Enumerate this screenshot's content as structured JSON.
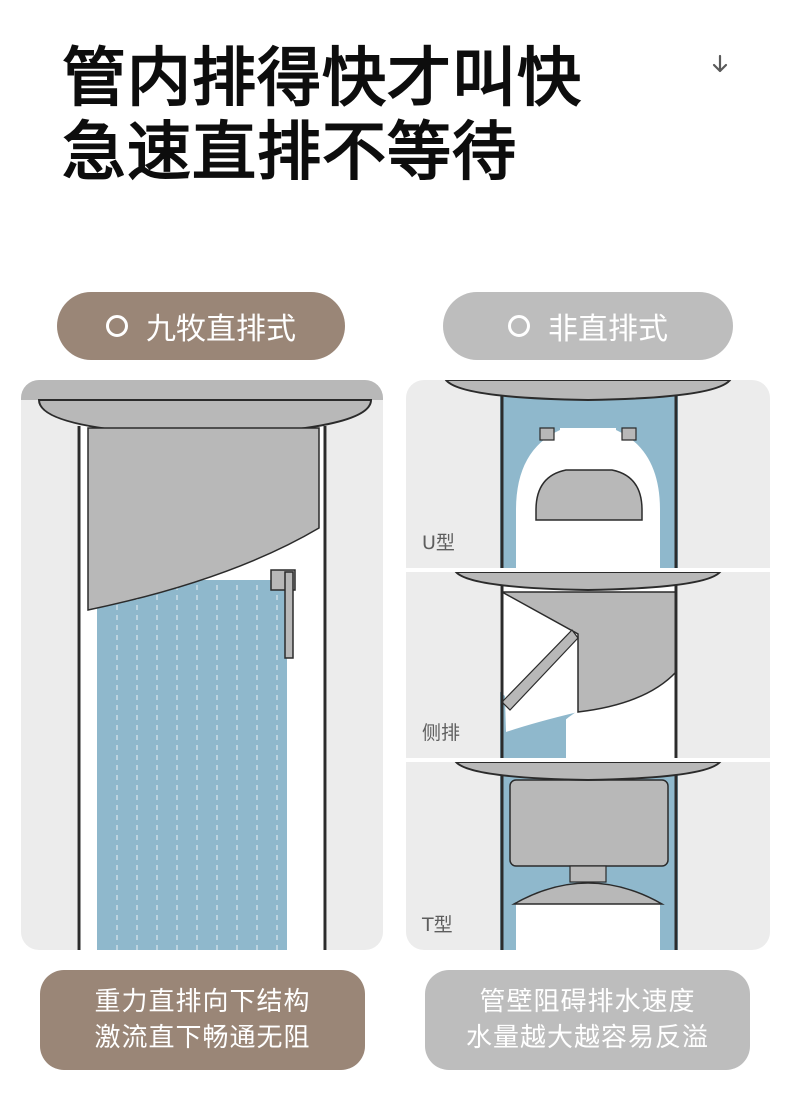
{
  "headline": {
    "line1": "管内排得快才叫快",
    "line2": "急速直排不等待"
  },
  "left": {
    "label": "九牧直排式",
    "caption_line1": "重力直排向下结构",
    "caption_line2": "激流直下畅通无阻"
  },
  "right": {
    "label": "非直排式",
    "types": [
      "U型",
      "侧排",
      "T型"
    ],
    "caption_line1": "管壁阻碍排水速度",
    "caption_line2": "水量越大越容易反溢"
  },
  "colors": {
    "brand_brown": "#9a8677",
    "neutral_gray": "#bdbdbd",
    "water_blue": "#8fb8cc",
    "panel_bg": "#ececec"
  }
}
